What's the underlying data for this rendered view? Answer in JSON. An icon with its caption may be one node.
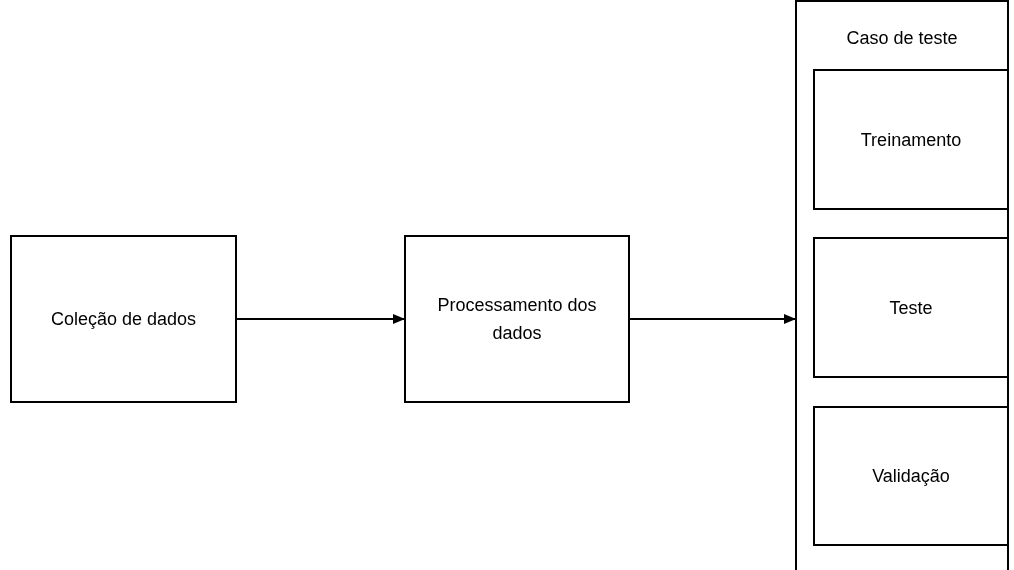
{
  "diagram": {
    "nodes": [
      {
        "text": [
          "Coleção de dados"
        ]
      },
      {
        "text": [
          "Processamento dos dados"
        ]
      },
      {
        "text": [
          "Caso de teste"
        ]
      },
      {
        "text": [
          "Treinamento"
        ],
        "in": 2
      },
      {
        "text": [
          "Teste"
        ],
        "in": 2
      },
      {
        "text": [
          "Validação"
        ],
        "in": 2
      }
    ],
    "edges": [
      {
        "from": 0,
        "to": 1,
        "arrow": "to"
      },
      {
        "from": 1,
        "to": 2,
        "arrow": "to"
      }
    ]
  }
}
